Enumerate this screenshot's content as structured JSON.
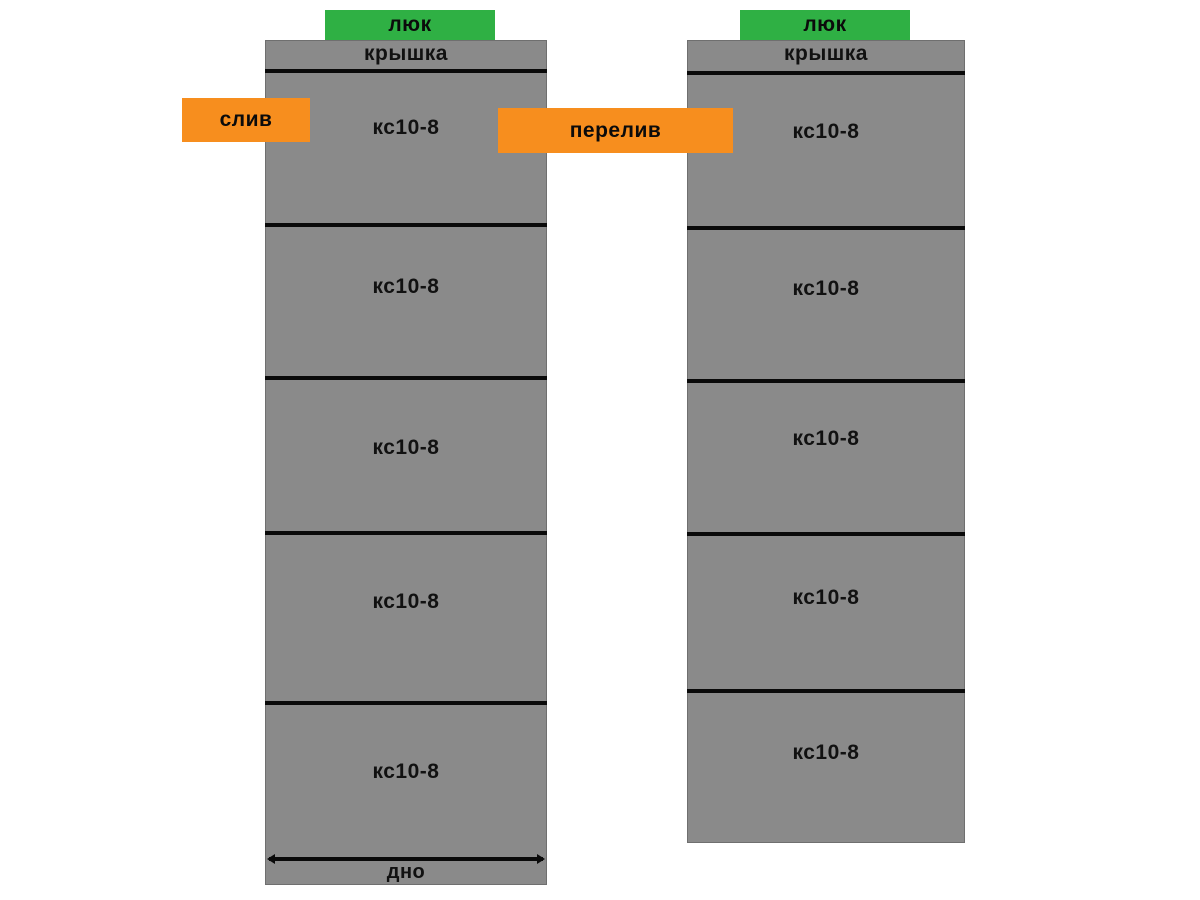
{
  "labels": {
    "hatch": "люк",
    "cover": "крышка",
    "drain": "слив",
    "overflow": "перелив",
    "bottom": "дно",
    "ring": "кс10-8"
  },
  "columns": [
    {
      "id": "left-well",
      "hatch": "люк",
      "cover": "крышка",
      "bottom": "дно",
      "segments": [
        {
          "label": "кс10-8"
        },
        {
          "label": "кс10-8"
        },
        {
          "label": "кс10-8"
        },
        {
          "label": "кс10-8"
        },
        {
          "label": "кс10-8"
        }
      ]
    },
    {
      "id": "right-well",
      "hatch": "люк",
      "cover": "крышка",
      "segments": [
        {
          "label": "кс10-8"
        },
        {
          "label": "кс10-8"
        },
        {
          "label": "кс10-8"
        },
        {
          "label": "кс10-8"
        },
        {
          "label": "кс10-8"
        }
      ]
    }
  ],
  "colors": {
    "ring_gray": "#8a8a8a",
    "hatch_green": "#2fb044",
    "pipe_orange": "#f78e1e",
    "line_black": "#0a0a0a",
    "text_black": "#111111"
  }
}
